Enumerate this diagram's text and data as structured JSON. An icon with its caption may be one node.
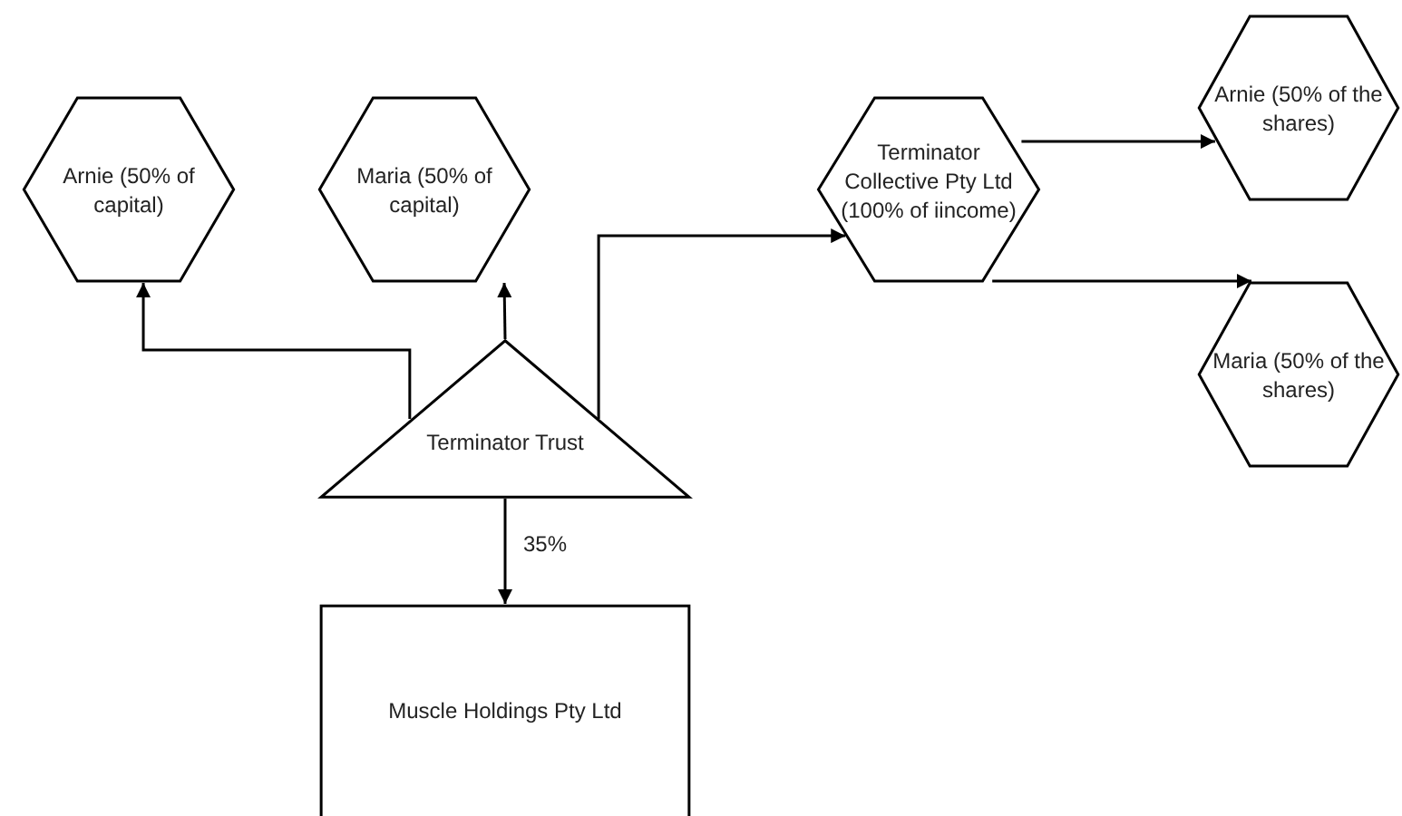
{
  "diagram": {
    "nodes": [
      {
        "text": [
          "Arnie (50% of capital)"
        ]
      },
      {
        "text": [
          "Maria (50% of capital)"
        ]
      },
      {
        "text": [
          "Terminator Trust"
        ]
      },
      {
        "text": [
          "Terminator Collective Pty Ltd (100% of iincome)"
        ]
      },
      {
        "text": [
          "Arnie (50% of the shares)"
        ]
      },
      {
        "text": [
          "Maria (50% of the shares)"
        ]
      },
      {
        "text": [
          "Muscle Holdings Pty Ltd"
        ]
      }
    ],
    "edges": [
      {
        "from": 2,
        "to": 0,
        "arrow": "to"
      },
      {
        "from": 2,
        "to": 1,
        "arrow": "to"
      },
      {
        "from": 2,
        "to": 3,
        "arrow": "to"
      },
      {
        "from": 3,
        "to": 4,
        "arrow": "to"
      },
      {
        "from": 3,
        "to": 5,
        "arrow": "to"
      },
      {
        "from": 2,
        "to": 6,
        "arrow": "to",
        "label": "35%"
      }
    ]
  }
}
